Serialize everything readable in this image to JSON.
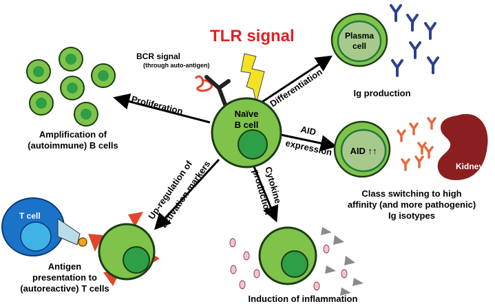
{
  "colors": {
    "cell_green": "#7fc34a",
    "cell_dark_green": "#1f7a3a",
    "nucleus_green": "#2e9e47",
    "plasma_fill": "#a8c98c",
    "antibody_blue": "#2d3f8f",
    "antibody_orange": "#e8683a",
    "kidney": "#8b1f1f",
    "tlr_red": "#e31e24",
    "bolt_yellow": "#f5e323",
    "tcell_blue": "#1a73c9",
    "tcell_nucleus": "#3fb3e8",
    "receptor_red": "#e2452a",
    "tcr_lightblue": "#b9dde8",
    "antigen_orange": "#f3a21f",
    "cytokine_pink": "#f3c6cf",
    "cytokine_gray": "#8a8a8a"
  },
  "title": "TLR signal",
  "center_cell": {
    "line1": "Naïve",
    "line2": "B cell"
  },
  "bcr": {
    "label": "BCR signal",
    "sublabel": "(through auto-antigen)"
  },
  "proliferation": {
    "arrow_label": "Proliferation",
    "caption_line1": "Amplification of",
    "caption_line2": "(autoimmune) B cells"
  },
  "differentiation": {
    "arrow_label": "Differentiation",
    "cell_line1": "Plasma",
    "cell_line2": "cell",
    "caption": "Ig production"
  },
  "aid": {
    "arrow_line1": "AID",
    "arrow_line2": "expression",
    "cell_label": "AID ↑↑",
    "organ_label": "Kidney",
    "caption_line1": "Class switching to high",
    "caption_line2": "affinity (and more pathogenic)",
    "caption_line3": "Ig isotypes"
  },
  "cytokine": {
    "arrow_line1": "Cytokine",
    "arrow_line2": "production",
    "caption": "Induction of inflammation"
  },
  "activation": {
    "arrow_line1": "Up-regulation of",
    "arrow_line2": "activation markers",
    "tcell_label": "T cell",
    "caption_line1": "Antigen",
    "caption_line2": "presentation to",
    "caption_line3": "(autoreactive) T cells"
  }
}
